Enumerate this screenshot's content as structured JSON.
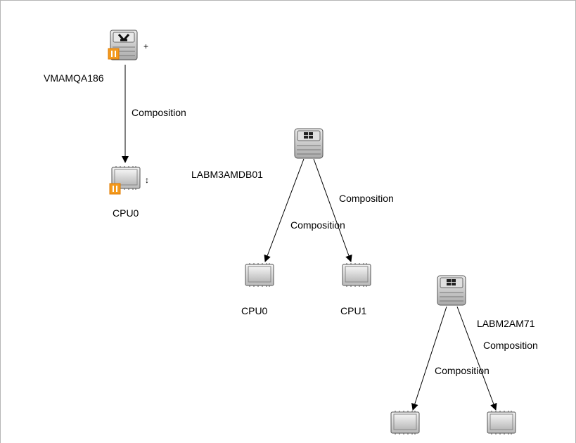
{
  "nodes": [
    {
      "id": "vm",
      "label": "VMAMQA186",
      "type": "virtual-host-icon",
      "alert": true,
      "expand_marker": "+"
    },
    {
      "id": "cpu0a",
      "label": "CPU0",
      "type": "cpu-icon",
      "alert": true,
      "expand_marker": "↕"
    },
    {
      "id": "labm3",
      "label": "LABM3AMDB01",
      "type": "windows-server-icon",
      "alert": false
    },
    {
      "id": "cpu0b",
      "label": "CPU0",
      "type": "cpu-icon",
      "alert": false
    },
    {
      "id": "cpu1b",
      "label": "CPU1",
      "type": "cpu-icon",
      "alert": false
    },
    {
      "id": "labm2",
      "label": "LABM2AM71",
      "type": "windows-server-icon",
      "alert": false
    },
    {
      "id": "cpuc1",
      "label": "",
      "type": "cpu-icon",
      "alert": false
    },
    {
      "id": "cpuc2",
      "label": "",
      "type": "cpu-icon",
      "alert": false
    }
  ],
  "edges": [
    {
      "from": "vm",
      "to": "cpu0a",
      "label": "Composition"
    },
    {
      "from": "labm3",
      "to": "cpu0b",
      "label": "Composition"
    },
    {
      "from": "labm3",
      "to": "cpu1b",
      "label": "Composition"
    },
    {
      "from": "labm2",
      "to": "cpuc1",
      "label": "Composition"
    },
    {
      "from": "labm2",
      "to": "cpuc2",
      "label": "Composition"
    }
  ],
  "colors": {
    "alert": "#f39a1e",
    "edge": "#000000",
    "icon_frame": "#555555",
    "icon_fill": "#c8c8c8"
  }
}
